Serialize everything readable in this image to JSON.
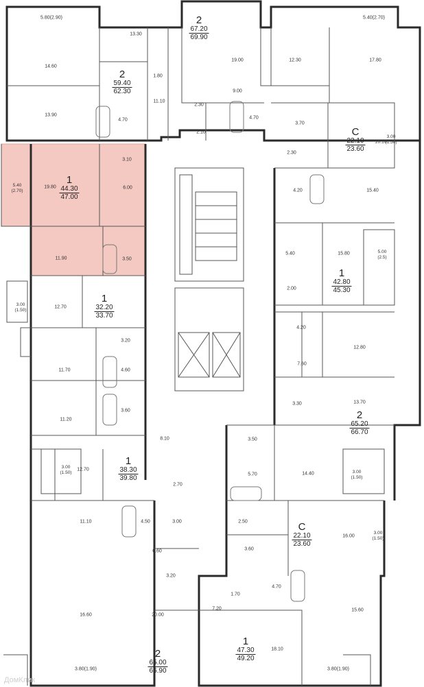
{
  "colors": {
    "wall": "#2a2a2a",
    "highlight": "#f4c9c2",
    "highlight_stroke": "#e6a89e",
    "line": "#555555"
  },
  "apartments": [
    {
      "rooms": "2",
      "area_living": "59.40",
      "area_total": "62.30"
    },
    {
      "rooms": "2",
      "area_living": "67.20",
      "area_total": "69.90"
    },
    {
      "rooms": "C",
      "area_living": "22.10",
      "area_total": "23.60"
    },
    {
      "rooms": "1",
      "area_living": "44.30",
      "area_total": "47.00"
    },
    {
      "rooms": "1",
      "area_living": "42.80",
      "area_total": "45.30"
    },
    {
      "rooms": "1",
      "area_living": "32.20",
      "area_total": "33.70"
    },
    {
      "rooms": "2",
      "area_living": "65.20",
      "area_total": "66.70"
    },
    {
      "rooms": "1",
      "area_living": "38.30",
      "area_total": "39.80"
    },
    {
      "rooms": "C",
      "area_living": "22.10",
      "area_total": "23.60"
    },
    {
      "rooms": "2",
      "area_living": "65.00",
      "area_total": "66.90"
    },
    {
      "rooms": "1",
      "area_living": "47.30",
      "area_total": "49.20"
    }
  ],
  "rooms": [
    "5.80(2.90)",
    "13.30",
    "5.40(2.70)",
    "14.60",
    "1.80",
    "19.00",
    "12.30",
    "17.80",
    "11.10",
    "9.00",
    "13.90",
    "4.70",
    "2.30",
    "4.70",
    "3.70",
    "2.10",
    "16.10",
    "3.10",
    "2.30",
    "19.80",
    "6.00",
    "4.20",
    "15.40",
    "11.90",
    "3.50",
    "5.40",
    "15.80",
    "2.00",
    "12.70",
    "4.20",
    "3.20",
    "12.80",
    "11.70",
    "4.60",
    "7.60",
    "3.60",
    "3.30",
    "13.70",
    "11.20",
    "8.10",
    "3.50",
    "12.70",
    "5.70",
    "14.40",
    "2.70",
    "11.10",
    "4.50",
    "3.00",
    "2.50",
    "16.00",
    "6.60",
    "3.60",
    "3.20",
    "1.70",
    "4.70",
    "7.20",
    "15.60",
    "16.60",
    "20.00",
    "18.10",
    "3.80(1.90)",
    "3.80(1.90)"
  ],
  "balconies": [
    {
      "top": "3.00",
      "bottom": "(1.50)"
    },
    {
      "top": "5.40",
      "bottom": "(2.70)"
    },
    {
      "top": "5.00",
      "bottom": "(2.5)"
    },
    {
      "top": "3.00",
      "bottom": "(1.50)"
    },
    {
      "top": "3.00",
      "bottom": "(1.50)"
    },
    {
      "top": "3.00",
      "bottom": "(1.50)"
    },
    {
      "top": "3.00",
      "bottom": "(1.50)"
    }
  ],
  "watermark": "ДомКлик"
}
